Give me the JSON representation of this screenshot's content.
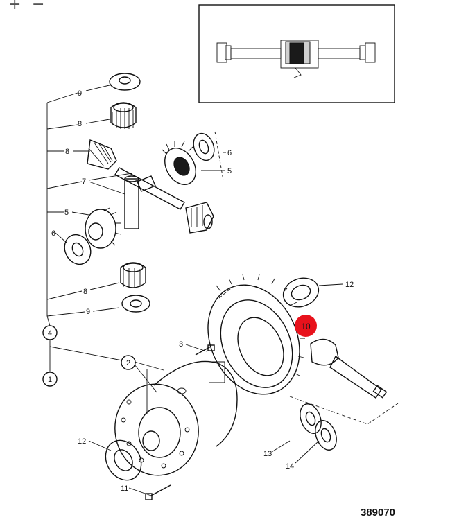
{
  "toolbar": {
    "zoom_in": "+",
    "zoom_out": "−"
  },
  "drawing_number": "389070",
  "hotspot": {
    "label": "10",
    "color": "#e8121c"
  },
  "callouts": {
    "c9a": "9",
    "c8a": "8",
    "c8b": "8",
    "c7": "7",
    "c5a": "5",
    "c6a": "6",
    "c6b": "6",
    "c5b": "5",
    "c8c": "8",
    "c9b": "9",
    "c4": "4",
    "c1": "1",
    "c2": "2",
    "c3": "3",
    "c12a": "12",
    "c12b": "12",
    "c13": "13",
    "c14": "14",
    "c11": "11"
  }
}
